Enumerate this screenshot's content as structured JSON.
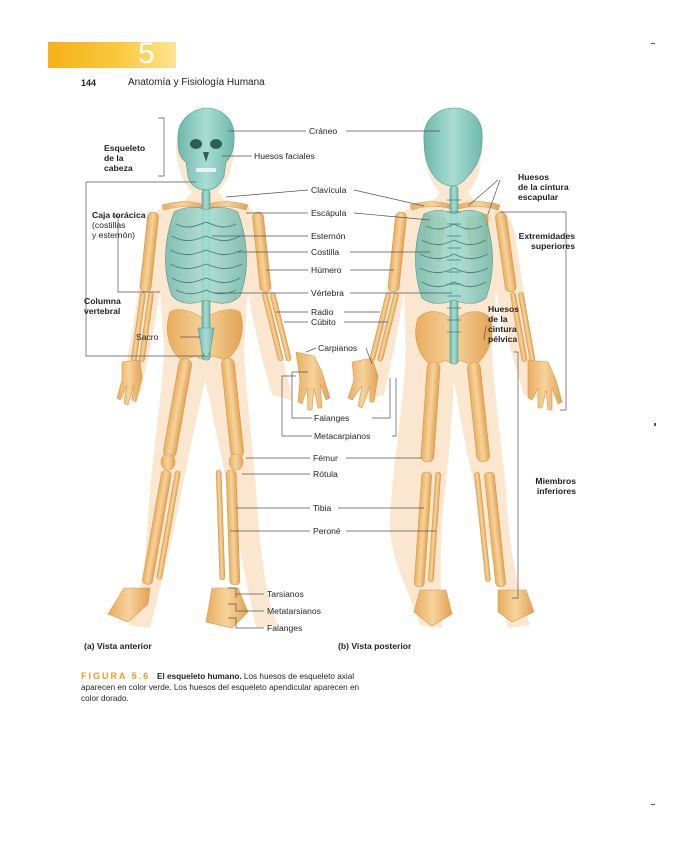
{
  "header": {
    "chapter_number": "5",
    "page_number": "144",
    "running_title": "Anatomía y Fisiología Humana"
  },
  "figure": {
    "labels_center": {
      "craneo": "Cráneo",
      "huesos_faciales": "Huesos faciales",
      "clavicula": "Clavícula",
      "escapula": "Escápula",
      "esternon": "Esternón",
      "costilla": "Costilla",
      "humero": "Húmero",
      "vertebra": "Vértebra",
      "radio": "Radio",
      "cubito": "Cúbito",
      "carpianos": "Carpianos",
      "sacro": "Sacro",
      "falanges_mano": "Falanges",
      "metacarpianos": "Metacarpianos",
      "femur": "Fémur",
      "rotula": "Rótula",
      "tibia": "Tibia",
      "perone": "Peroné",
      "tarsianos": "Tarsianos",
      "metatarsianos": "Metatarsianos",
      "falanges_pie": "Falanges"
    },
    "labels_left": {
      "esqueleto_cabeza_1": "Esqueleto",
      "esqueleto_cabeza_2": "de la",
      "esqueleto_cabeza_3": "cabeza",
      "caja_toracica": "Caja torácica",
      "caja_toracica_sub_1": "(costillas",
      "caja_toracica_sub_2": "y esternón)",
      "columna_1": "Columna",
      "columna_2": "vertebral"
    },
    "labels_right": {
      "cintura_escapular_1": "Huesos",
      "cintura_escapular_2": "de la cintura",
      "cintura_escapular_3": "escapular",
      "extremidades_1": "Extremidades",
      "extremidades_2": "superiores",
      "cintura_pelvica_1": "Huesos",
      "cintura_pelvica_2": "de la",
      "cintura_pelvica_3": "cintura",
      "cintura_pelvica_4": "pélvica",
      "miembros_1": "Miembros",
      "miembros_2": "inferiores"
    },
    "view_anterior": "(a) Vista anterior",
    "view_posterior": "(b) Vista posterior",
    "colors": {
      "axial_green": "#8fcfc4",
      "appendicular_gold": "#efbe7b",
      "body_skin": "#fbe7cf",
      "accent_orange": "#f39a1e"
    }
  },
  "caption": {
    "figure_word": "FIGURA 5.6",
    "title": "El esqueleto humano.",
    "text": "Los huesos de esqueleto axial aparecen en color verde. Los huesos del esqueleto apendicular aparecen en color dorado."
  }
}
